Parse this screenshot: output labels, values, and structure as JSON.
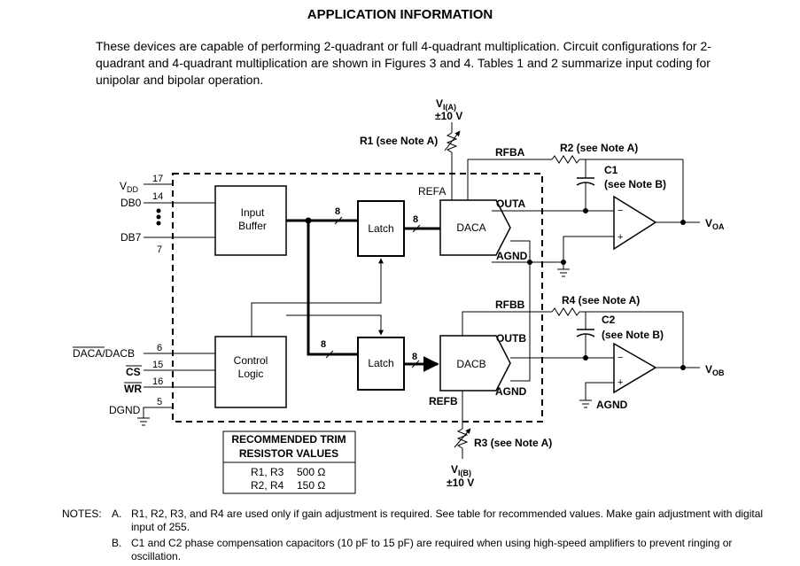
{
  "title": "APPLICATION INFORMATION",
  "intro": "These devices are capable of performing 2-quadrant or full 4-quadrant multiplication. Circuit configurations for 2-quadrant and 4-quadrant multiplication are shown in Figures 3 and 4. Tables 1 and 2 summarize input coding for unipolar and bipolar operation.",
  "diagram": {
    "blocks": {
      "input_buffer": [
        "Input",
        "Buffer"
      ],
      "control_logic": [
        "Control",
        "Logic"
      ],
      "latch_a": "Latch",
      "latch_b": "Latch",
      "daca": "DACA",
      "dacb": "DACB"
    },
    "pins": {
      "vdd": {
        "label": "VDD",
        "main": "V",
        "sub": "DD",
        "num": "17"
      },
      "db0": {
        "label": "DB0",
        "num": "14"
      },
      "db7": {
        "label": "DB7",
        "num": "7"
      },
      "daca_dacb": {
        "label": "DACA/DACB",
        "num": "6"
      },
      "cs": {
        "label": "CS",
        "num": "15"
      },
      "wr": {
        "label": "WR",
        "num": "16"
      },
      "dgnd": {
        "label": "DGND",
        "num": "5"
      }
    },
    "signals": {
      "refa": "REFA",
      "rfba": "RFBA",
      "outa": "OUTA",
      "agnd_a": "AGND",
      "rfbb": "RFBB",
      "outb": "OUTB",
      "agnd_b": "AGND",
      "refb": "REFB",
      "agnd_out": "AGND",
      "bus_width_1": "8",
      "bus_width_2": "8",
      "bus_width_3": "8",
      "bus_width_4": "8"
    },
    "components": {
      "r1": "R1 (see Note A)",
      "r2": "R2 (see Note A)",
      "r3": "R3 (see Note A)",
      "r4": "R4 (see Note A)",
      "c1": "C1",
      "c1_note": "(see Note B)",
      "c2": "C2",
      "c2_note": "(see Note B)"
    },
    "sources": {
      "via": {
        "main": "V",
        "sub": "I(A)",
        "range": "±10 V"
      },
      "vib": {
        "main": "V",
        "sub": "I(B)",
        "range": "±10 V"
      }
    },
    "outputs": {
      "voa": {
        "main": "V",
        "sub": "OA"
      },
      "vob": {
        "main": "V",
        "sub": "OB"
      }
    },
    "op_amp_signs": {
      "minus": "−",
      "plus": "+"
    }
  },
  "trim_table": {
    "title_line1": "RECOMMENDED TRIM",
    "title_line2": "RESISTOR VALUES",
    "rows": [
      {
        "resistors": "R1, R3",
        "value": "500 Ω"
      },
      {
        "resistors": "R2, R4",
        "value": "150 Ω"
      }
    ]
  },
  "notes": {
    "heading": "NOTES:",
    "items": [
      {
        "letter": "A.",
        "text": "R1, R2, R3, and R4 are used only if gain adjustment is required. See table for recommended values. Make gain adjustment with digital input of 255."
      },
      {
        "letter": "B.",
        "text": "C1 and C2 phase compensation capacitors (10 pF to 15 pF) are required when using high-speed amplifiers to prevent ringing or oscillation."
      }
    ]
  }
}
